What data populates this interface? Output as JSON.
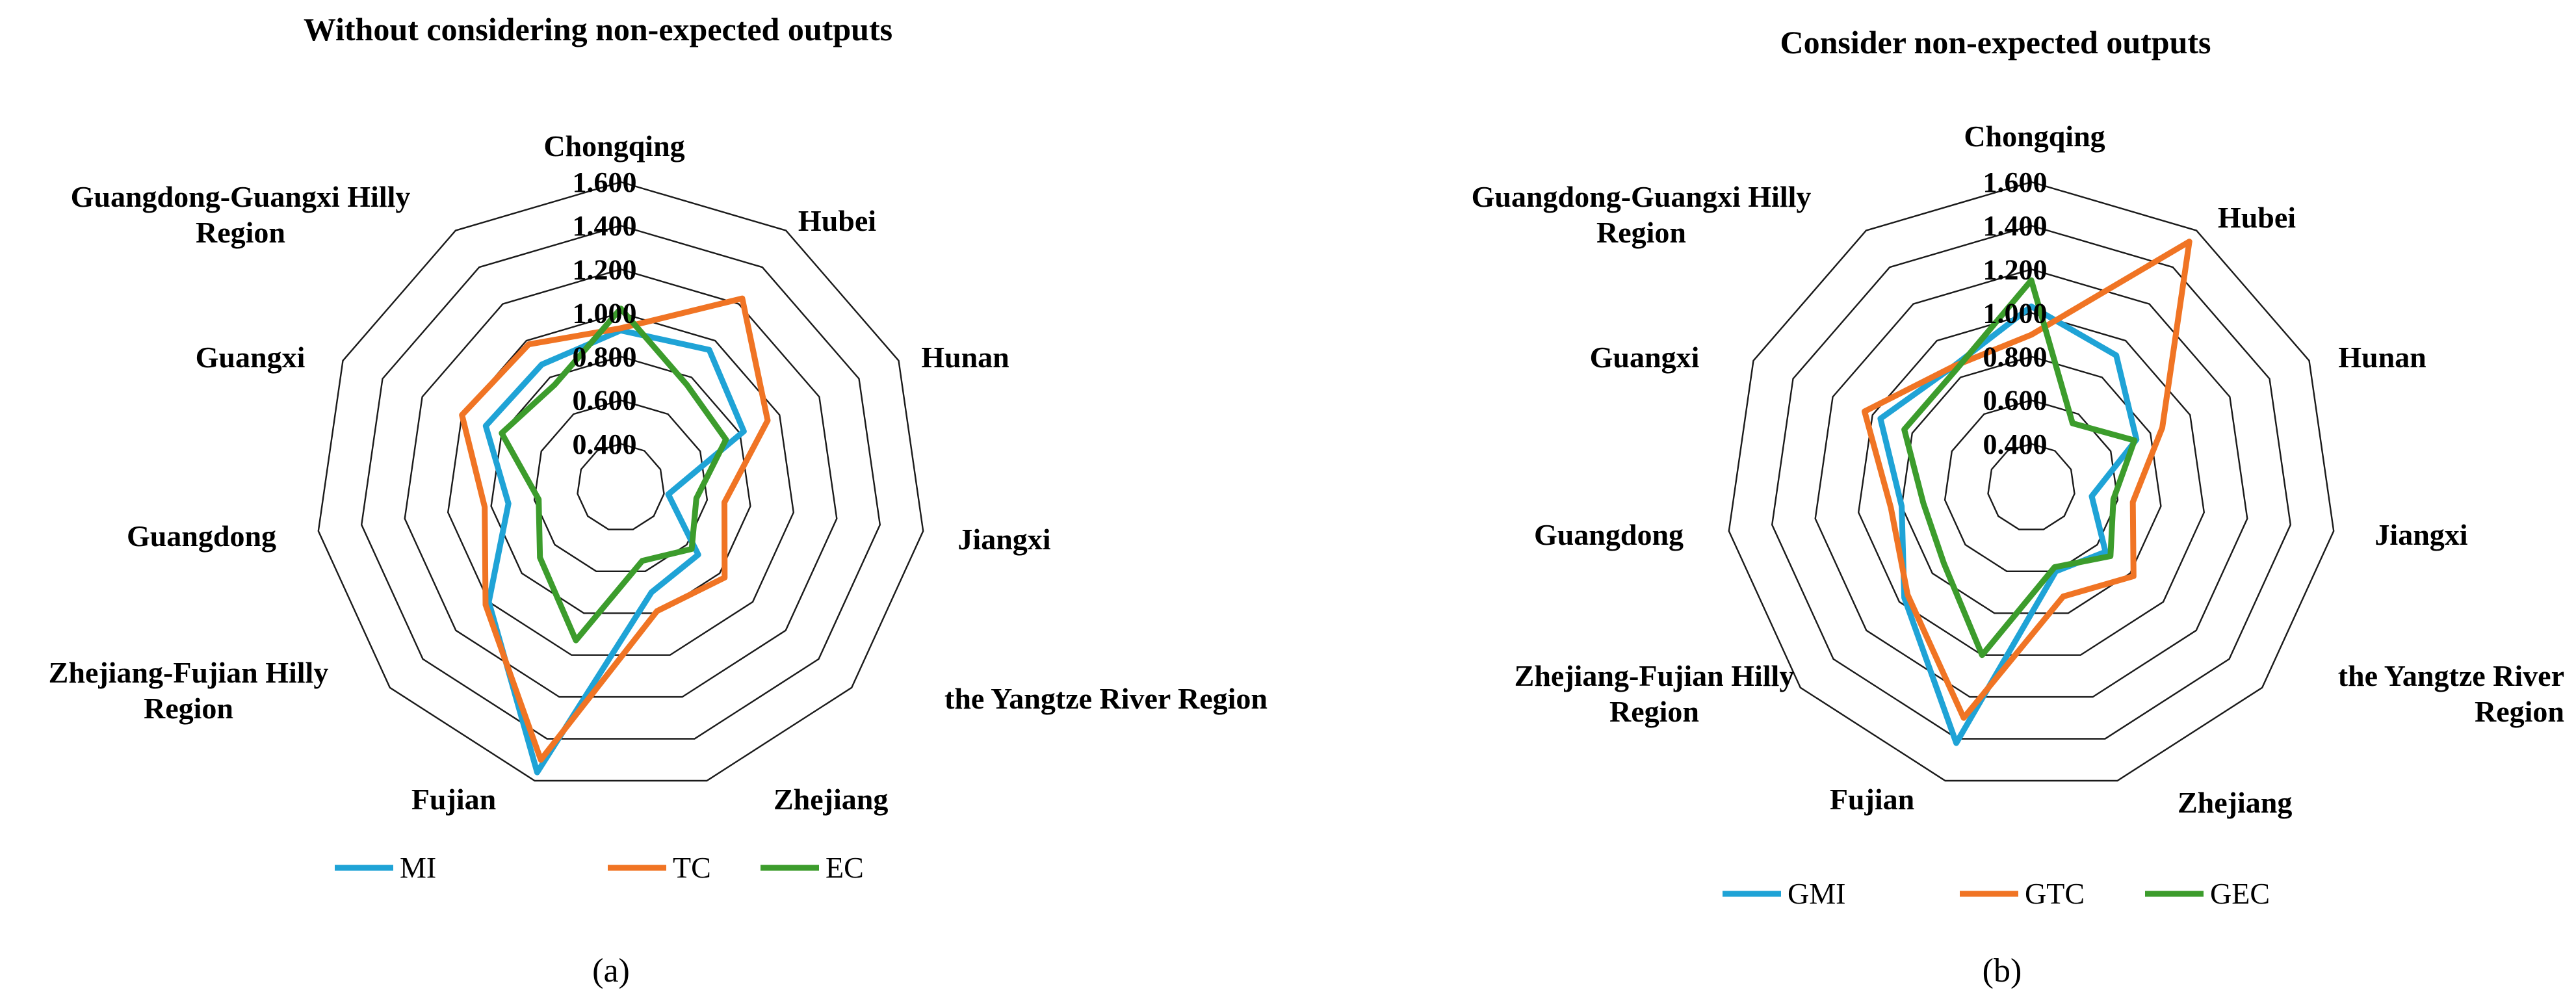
{
  "chart_data": [
    {
      "type": "radar",
      "title": "Without considering non-expected outputs",
      "caption": "(a)",
      "axis_min": 0.2,
      "axis_max": 1.6,
      "ticks": [
        "0.400",
        "0.600",
        "0.800",
        "1.000",
        "1.200",
        "1.400",
        "1.600"
      ],
      "categories": [
        "Chongqing",
        "Hubei",
        "Hunan",
        "Jiangxi",
        "the Yangtze River Region",
        "Zhejiang",
        "Fujian",
        "Zhejiang-Fujian Hilly Region",
        "Guangdong",
        "Guangxi",
        "Guangdong-Guangxi Hilly Region"
      ],
      "legend_position": "bottom",
      "series": [
        {
          "name": "MI",
          "color": "#1fa3d6",
          "values": [
            0.92,
            0.95,
            0.82,
            0.42,
            0.67,
            0.7,
            1.56,
            1.0,
            0.72,
            0.88,
            0.87
          ]
        },
        {
          "name": "TC",
          "color": "#f07424",
          "values": [
            0.93,
            1.23,
            0.94,
            0.68,
            0.83,
            0.79,
            1.5,
            1.02,
            0.83,
            1.0,
            0.98
          ]
        },
        {
          "name": "EC",
          "color": "#3c9c2c",
          "values": [
            1.02,
            0.76,
            0.73,
            0.55,
            0.63,
            0.55,
            0.93,
            0.69,
            0.58,
            0.8,
            0.76
          ]
        }
      ]
    },
    {
      "type": "radar",
      "title": "Consider non-expected outputs",
      "caption": "(b)",
      "axis_min": 0.2,
      "axis_max": 1.6,
      "ticks": [
        "0.400",
        "0.600",
        "0.800",
        "1.000",
        "1.200",
        "1.400",
        "1.600"
      ],
      "categories": [
        "Chongqing",
        "Hubei",
        "Hunan",
        "Jiangxi",
        "the Yangtze River Region",
        "Zhejiang",
        "Fujian",
        "Zhejiang-Fujian Hilly Region",
        "Guangdong",
        "Guangxi",
        "Guangdong-Guangxi Hilly Region"
      ],
      "legend_position": "bottom",
      "series": [
        {
          "name": "GMI",
          "color": "#1fa3d6",
          "values": [
            1.03,
            0.92,
            0.73,
            0.48,
            0.65,
            0.6,
            1.42,
            0.97,
            0.8,
            0.96,
            0.86
          ]
        },
        {
          "name": "GTC",
          "color": "#f07424",
          "values": [
            0.9,
            1.54,
            0.86,
            0.67,
            0.82,
            0.72,
            1.3,
            0.95,
            0.85,
            1.04,
            0.86
          ]
        },
        {
          "name": "GEC",
          "color": "#3c9c2c",
          "values": [
            1.15,
            0.55,
            0.72,
            0.58,
            0.68,
            0.58,
            1.0,
            0.73,
            0.7,
            0.84,
            0.84
          ]
        }
      ]
    }
  ]
}
